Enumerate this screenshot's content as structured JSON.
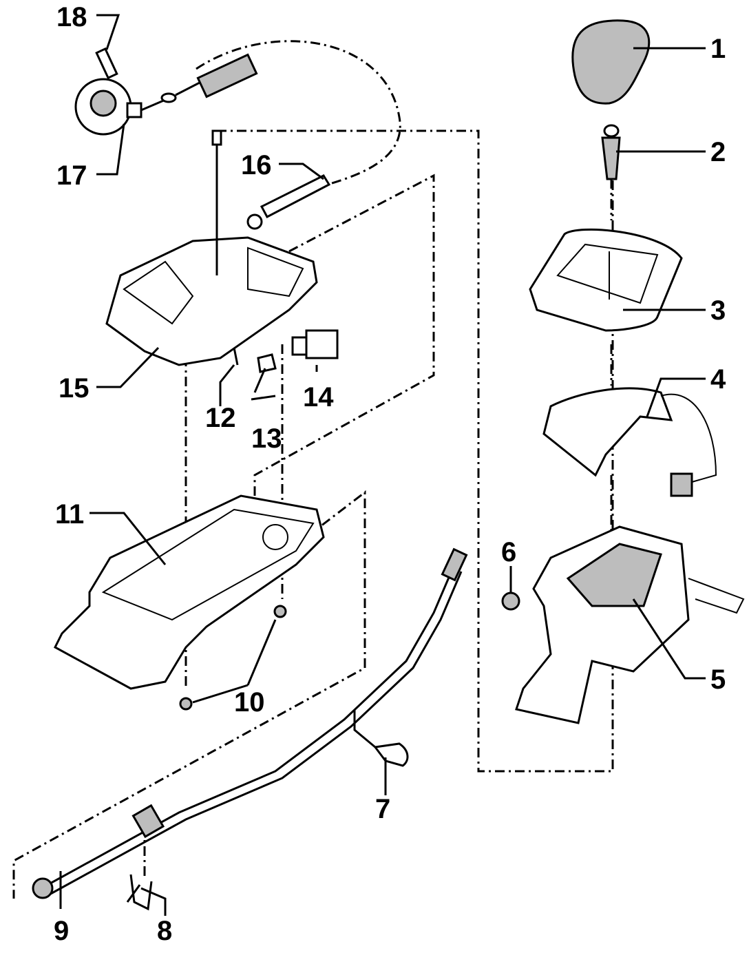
{
  "diagram": {
    "title": "",
    "description": "Exploded view of automatic transmission shift lever assembly",
    "labels": [
      "1",
      "2",
      "3",
      "4",
      "5",
      "6",
      "7",
      "8",
      "9",
      "10",
      "11",
      "12",
      "13",
      "14",
      "15",
      "16",
      "17",
      "18"
    ],
    "colors": {
      "line": "#000000",
      "background": "#ffffff",
      "shading": "#bdbdbd"
    }
  }
}
